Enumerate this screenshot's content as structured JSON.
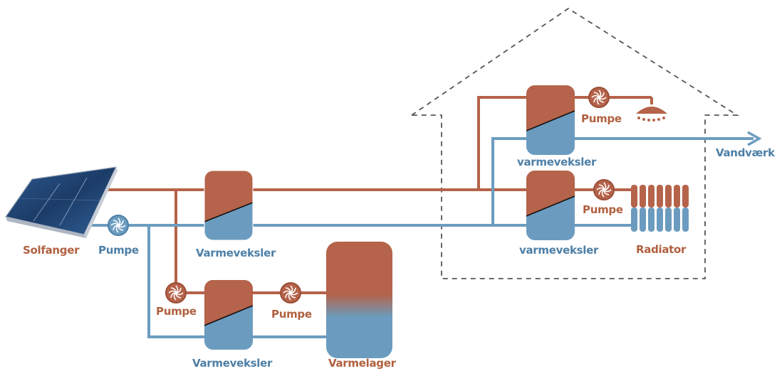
{
  "labels": {
    "solfanger": "Solfanger",
    "pumpe_main": "Pumpe",
    "varmeveksler_main": "Varmeveksler",
    "pumpe_store_left": "Pumpe",
    "pumpe_store_right": "Pumpe",
    "varmeveksler_store": "Varmeveksler",
    "varmelager": "Varmelager",
    "varmeveksler_water": "varmeveksler",
    "pumpe_shower": "Pumpe",
    "vandvaerk": "Vandværk",
    "varmeveksler_heating": "varmeveksler",
    "pumpe_radiator": "Pumpe",
    "radiator": "Radiator"
  },
  "colors": {
    "hot": "#b5634a",
    "cold": "#6b9cbf",
    "hot_label": "#b0603f",
    "cold_label": "#4d7fa6",
    "house_outline": "#555555",
    "solar_panel": "#1e3f6e"
  },
  "icons": {
    "pump": "pump-icon",
    "shower": "shower-head-icon",
    "radiator": "radiator-icon",
    "solar": "solar-panel-icon",
    "arrow": "arrow-right-icon"
  }
}
